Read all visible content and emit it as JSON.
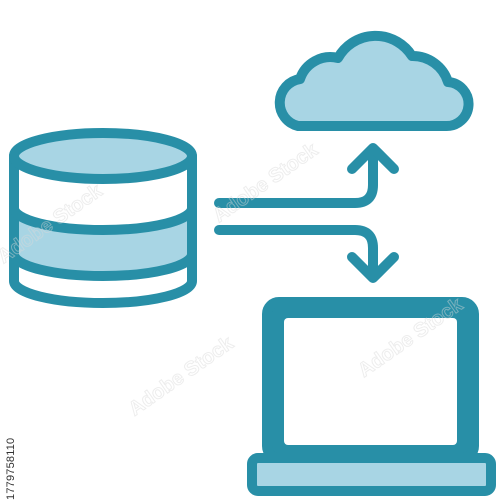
{
  "illustration": {
    "subject": "data sync: database to cloud and laptop",
    "icons": [
      "database-icon",
      "cloud-icon",
      "laptop-icon",
      "arrow-up-icon",
      "arrow-down-icon"
    ],
    "colors": {
      "stroke": "#288fa7",
      "fill_light": "#a8d5e4",
      "fill_white": "#ffffff",
      "watermark": "#d9d9d9"
    }
  },
  "watermark": {
    "text": "Adobe Stock"
  },
  "stock_id": "1779758110"
}
